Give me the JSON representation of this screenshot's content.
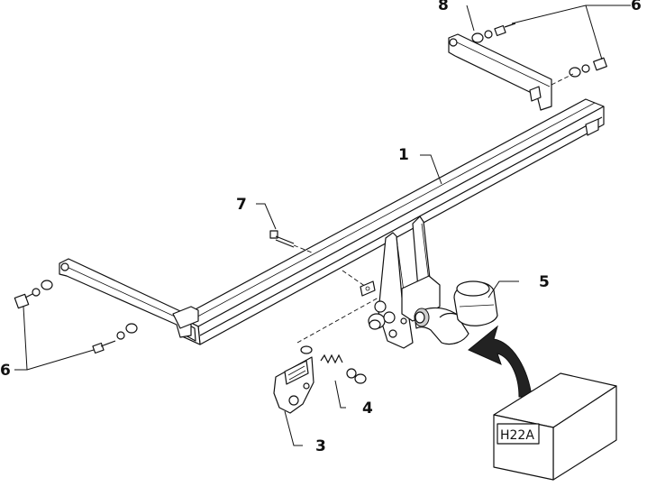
{
  "callouts": {
    "c1": "1",
    "c3": "3",
    "c4": "4",
    "c5": "5",
    "c6_top": "6",
    "c6_left": "6",
    "c7": "7",
    "c8": "8"
  },
  "box_label": "H22A",
  "icons": {
    "arrow": "curved-arrow-icon",
    "box": "package-box-icon"
  }
}
